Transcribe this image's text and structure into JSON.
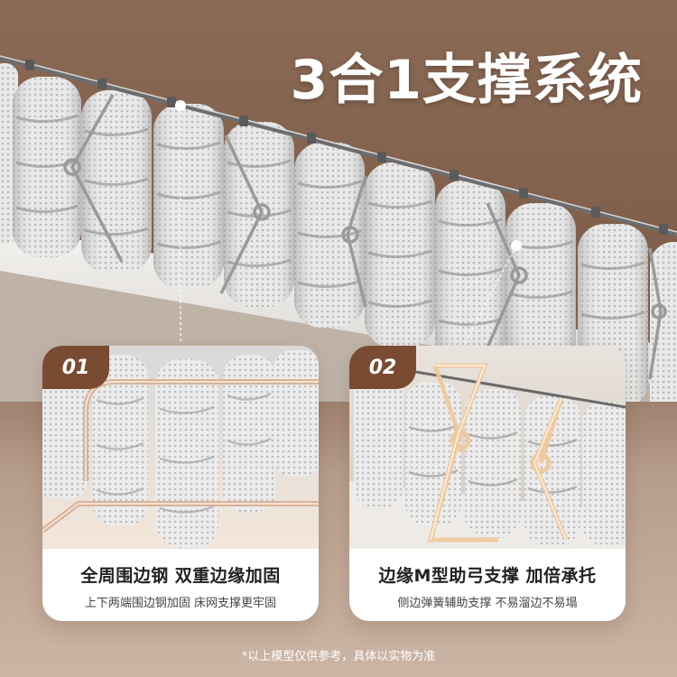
{
  "title": "3合1支撑系统",
  "cards": [
    {
      "badge": "01",
      "title": "全周围边钢  双重边缘加固",
      "subtitle": "上下两端围边钢加固 床网支撑更牢固"
    },
    {
      "badge": "02",
      "title": "边缘M型助弓支撑  加倍承托",
      "subtitle": "侧边弹簧辅助支撑 不易溜边不易塌"
    }
  ],
  "disclaimer": "*以上模型仅供参考，具体以实物为准",
  "colors": {
    "badge": "#7a4b33",
    "background": "#7d5d49",
    "card": "#ffffff"
  }
}
